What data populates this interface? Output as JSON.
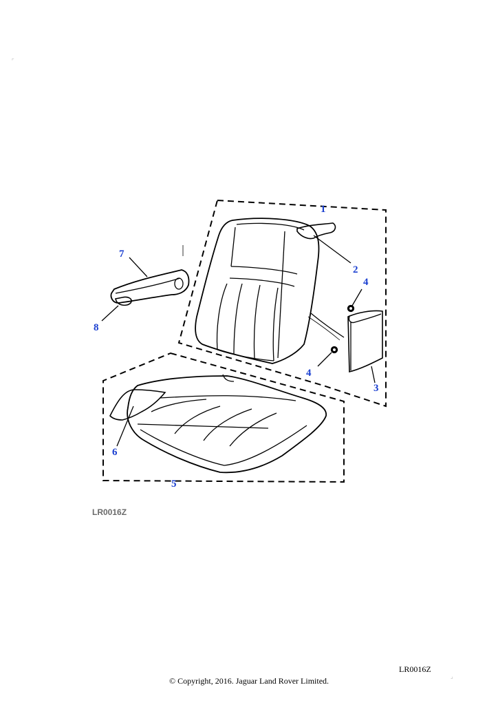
{
  "diagram": {
    "figure_ref": "LR0016Z",
    "footer_ref": "LR0016Z",
    "copyright": "© Copyright, 2016. Jaguar Land Rover Limited.",
    "callouts": {
      "c1": "1",
      "c2": "2",
      "c3": "3",
      "c4a": "4",
      "c4b": "4",
      "c5": "5",
      "c6": "6",
      "c7": "7",
      "c8": "8"
    },
    "colors": {
      "callout": "#1a3fd0",
      "line": "#000000",
      "figref": "#6a6a6a"
    }
  }
}
